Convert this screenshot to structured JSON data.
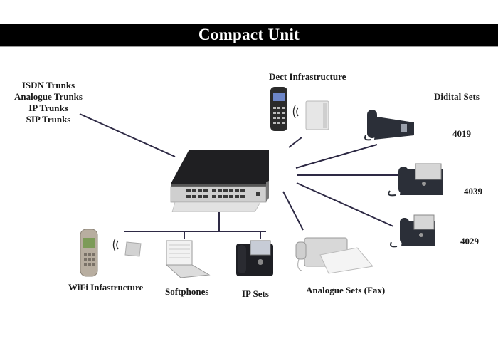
{
  "header": {
    "title": "Compact Unit",
    "background": "#000000",
    "text_color": "#ffffff"
  },
  "trunks": {
    "items": [
      "ISDN Trunks",
      "Analogue Trunks",
      "IP Trunks",
      "SIP Trunks"
    ]
  },
  "labels": {
    "dect": "Dect Infrastructure",
    "digital_sets": "Didital Sets",
    "model_4019": "4019",
    "model_4039": "4039",
    "model_4029": "4029",
    "wifi": "WiFi Infastructure",
    "softphones": "Softphones",
    "ip_sets": "IP Sets",
    "fax": "Analogue Sets (Fax)"
  },
  "colors": {
    "line": "#2e2a45",
    "device_dark": "#2b2f38",
    "device_light": "#d8d8d8"
  }
}
